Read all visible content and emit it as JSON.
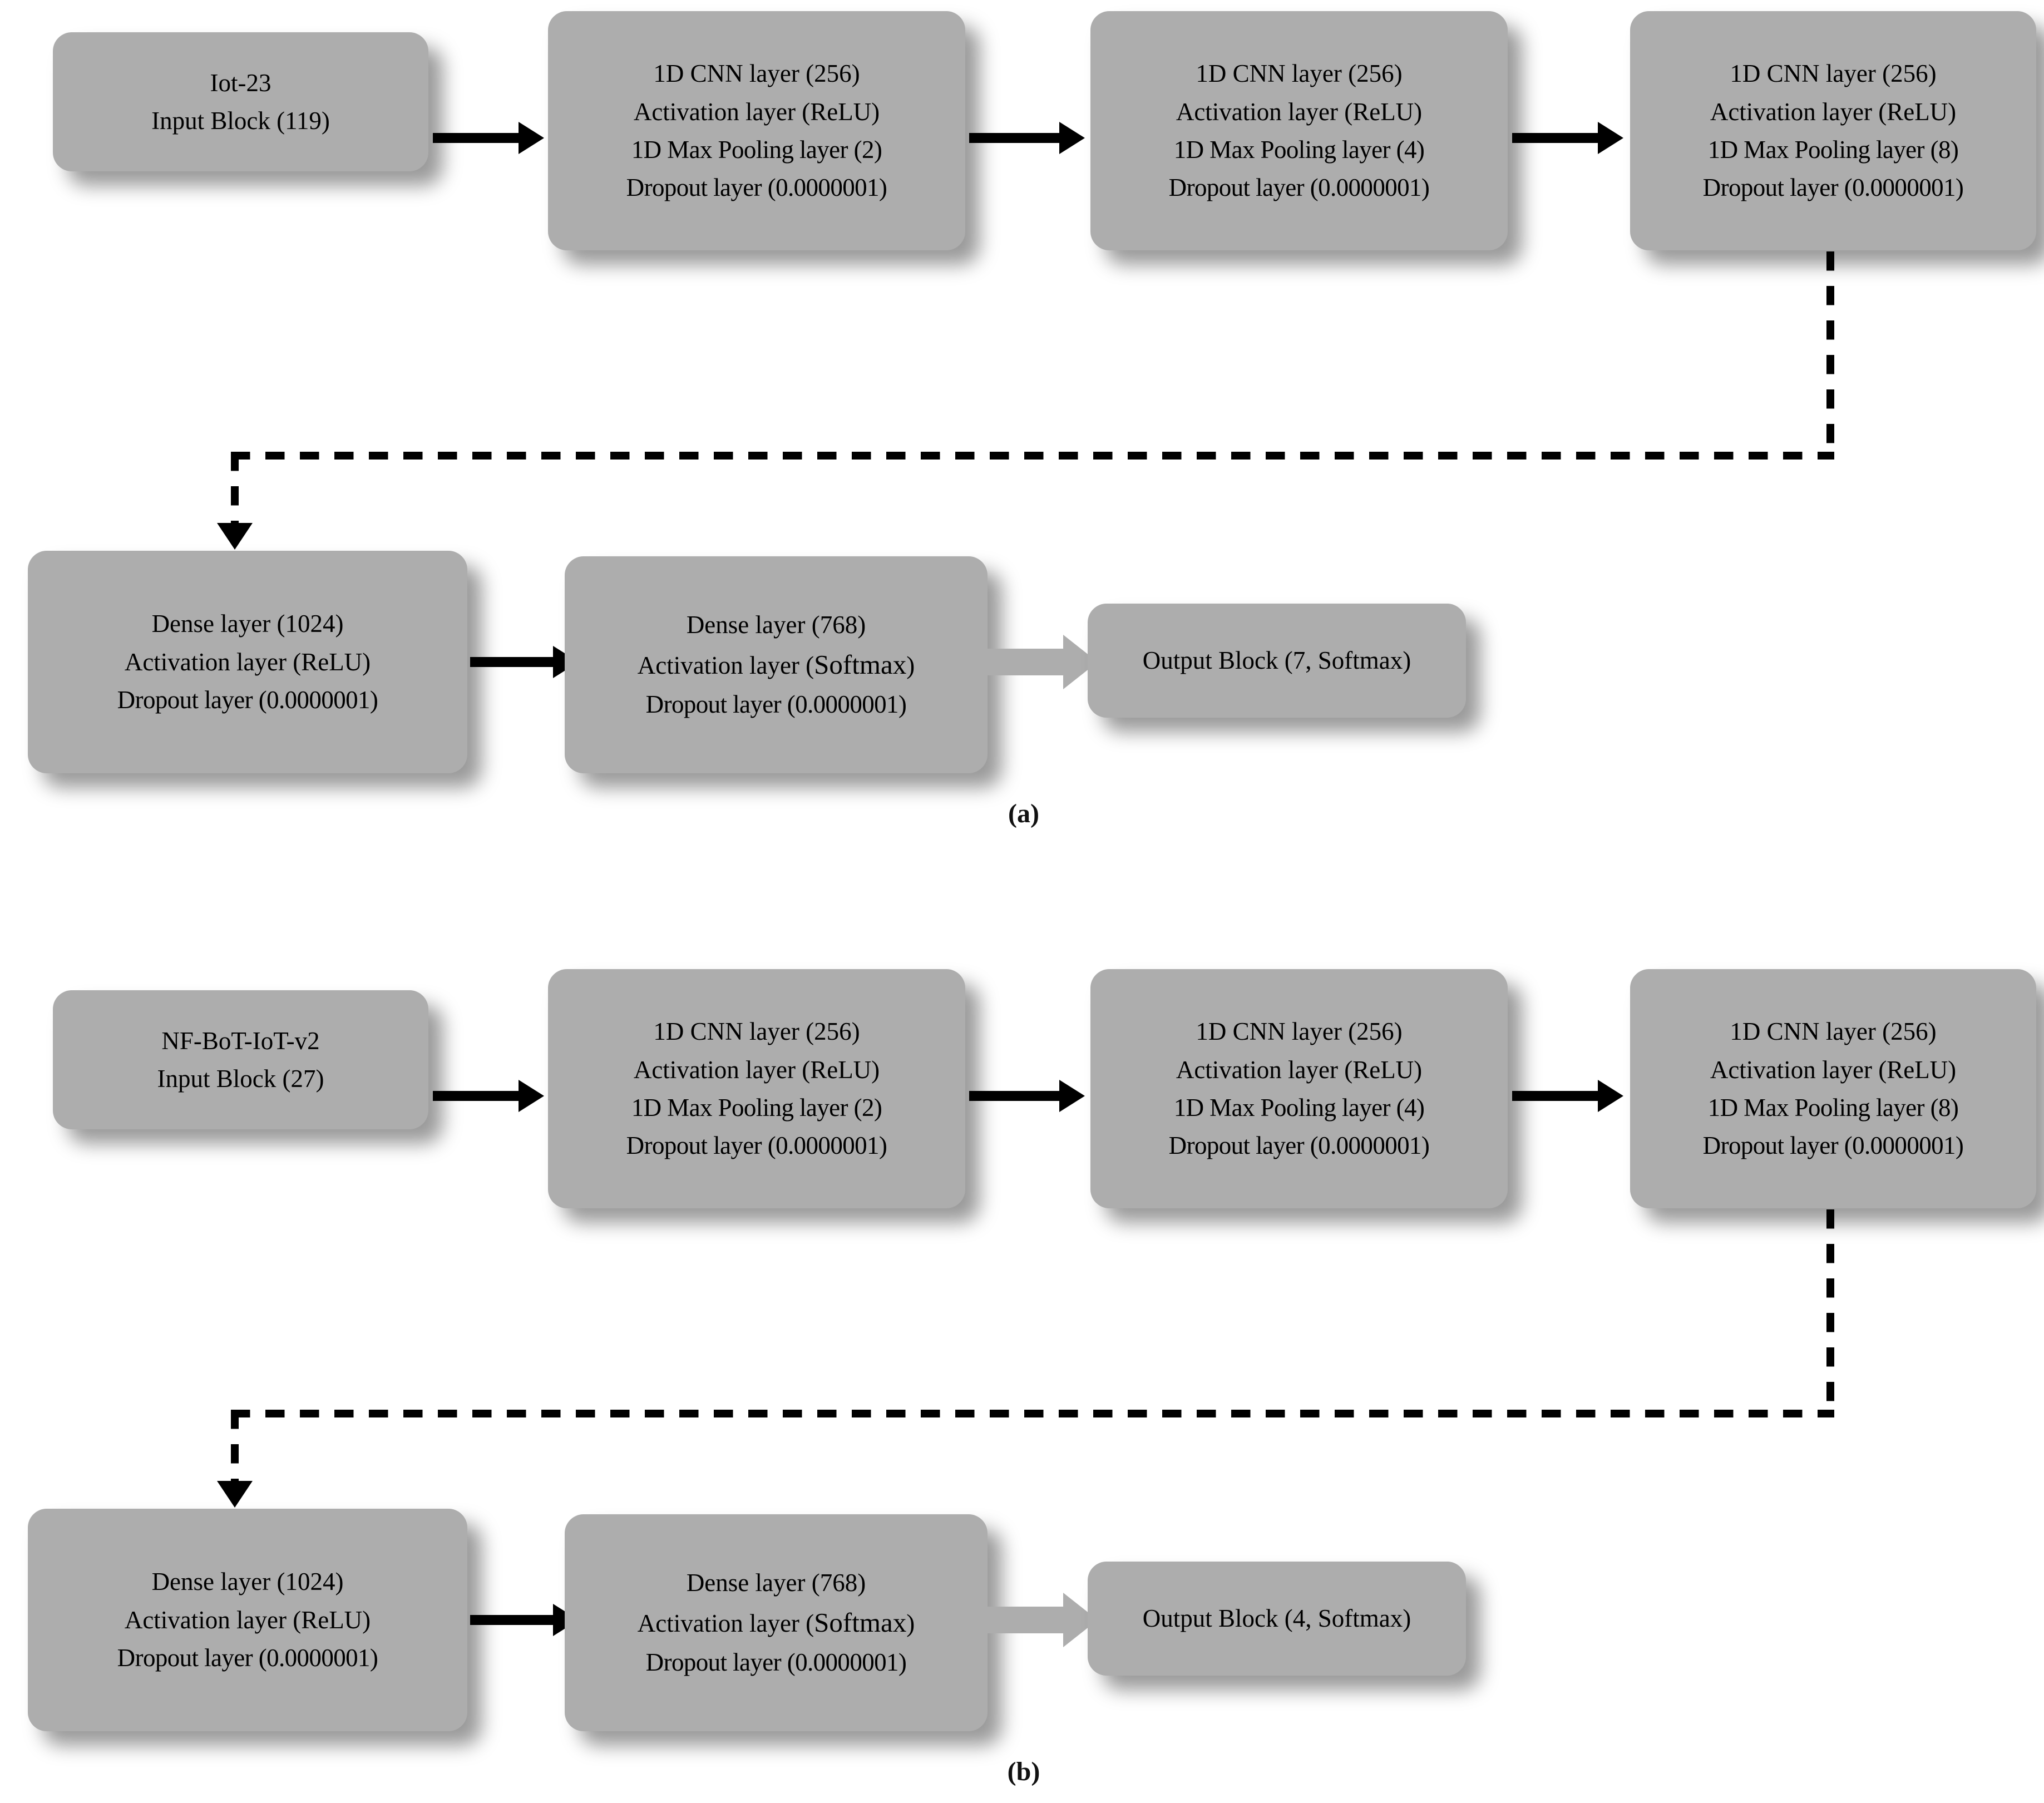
{
  "figure": {
    "title": "1D CNN model architectures for two IoT intrusion datasets",
    "panels": [
      {
        "id": "a",
        "caption": "(a)",
        "nodes": [
          {
            "name": "input-block",
            "lines": [
              "Iot-23",
              "Input Block (119)"
            ]
          },
          {
            "name": "cnn-block-1",
            "lines": [
              "1D CNN layer (256)",
              "Activation layer (ReLU)",
              "1D Max Pooling layer (2)",
              "Dropout layer (0.0000001)"
            ]
          },
          {
            "name": "cnn-block-2",
            "lines": [
              "1D CNN layer (256)",
              "Activation layer (ReLU)",
              "1D Max Pooling layer (4)",
              "Dropout layer (0.0000001)"
            ]
          },
          {
            "name": "cnn-block-3",
            "lines": [
              "1D CNN layer (256)",
              "Activation layer (ReLU)",
              "1D Max Pooling layer (8)",
              "Dropout layer (0.0000001)"
            ]
          },
          {
            "name": "dense-block-1",
            "lines": [
              "Dense layer (1024)",
              "Activation layer (ReLU)",
              "Dropout layer (0.0000001)"
            ]
          },
          {
            "name": "dense-block-2",
            "lines": [
              "Dense layer (768)",
              "Activation layer (Softmax)",
              "Dropout layer (0.0000001)"
            ]
          },
          {
            "name": "output-block",
            "lines": [
              "Output Block (7, Softmax)"
            ]
          }
        ]
      },
      {
        "id": "b",
        "caption": "(b)",
        "nodes": [
          {
            "name": "input-block",
            "lines": [
              "NF-BoT-IoT-v2",
              "Input Block (27)"
            ]
          },
          {
            "name": "cnn-block-1",
            "lines": [
              "1D CNN layer (256)",
              "Activation layer (ReLU)",
              "1D Max Pooling layer (2)",
              "Dropout layer (0.0000001)"
            ]
          },
          {
            "name": "cnn-block-2",
            "lines": [
              "1D CNN layer (256)",
              "Activation layer (ReLU)",
              "1D Max Pooling layer (4)",
              "Dropout layer (0.0000001)"
            ]
          },
          {
            "name": "cnn-block-3",
            "lines": [
              "1D CNN layer (256)",
              "Activation layer (ReLU)",
              "1D Max Pooling layer (8)",
              "Dropout layer (0.0000001)"
            ]
          },
          {
            "name": "dense-block-1",
            "lines": [
              "Dense layer (1024)",
              "Activation layer (ReLU)",
              "Dropout layer (0.0000001)"
            ]
          },
          {
            "name": "dense-block-2",
            "lines": [
              "Dense layer (768)",
              "Activation layer (Softmax)",
              "Dropout layer (0.0000001)"
            ]
          },
          {
            "name": "output-block",
            "lines": [
              "Output Block (4, Softmax)"
            ]
          }
        ]
      }
    ],
    "colors": {
      "box_fill": "#ADADAD",
      "connector_solid": "#000000",
      "connector_block_arrow": "#ADADAD",
      "text": "#000000",
      "background": "#FFFFFF"
    }
  }
}
